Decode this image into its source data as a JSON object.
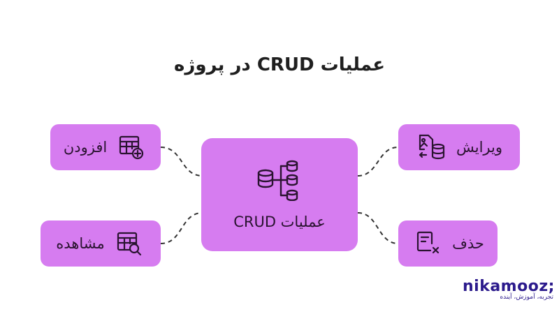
{
  "title": "عملیات CRUD در پروژه",
  "center": {
    "label": "عملیات CRUD",
    "icon": "database-hierarchy-icon"
  },
  "nodes": {
    "add": {
      "label": "افزودن",
      "icon": "table-add-icon"
    },
    "view": {
      "label": "مشاهده",
      "icon": "table-search-icon"
    },
    "edit": {
      "label": "ویرایش",
      "icon": "image-database-edit-icon"
    },
    "delete": {
      "label": "حذف",
      "icon": "document-delete-icon"
    }
  },
  "brand": {
    "name": "nikamooz;",
    "tagline": "تجربه، آموزش، آینده"
  },
  "colors": {
    "box": "#d67cf0",
    "icon_stroke": "#2a1330",
    "connector": "#333333",
    "brand": "#2b1a8c"
  }
}
